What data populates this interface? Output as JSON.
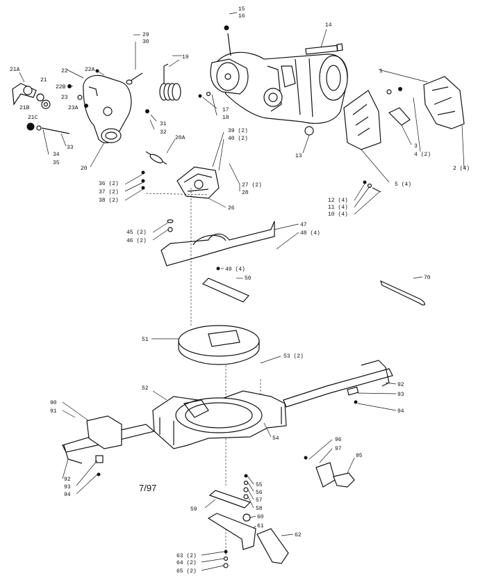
{
  "diagram": {
    "date_code": "7/97",
    "callouts": [
      {
        "id": "c15",
        "text": "15"
      },
      {
        "id": "c16",
        "text": "16"
      },
      {
        "id": "c14",
        "text": "14"
      },
      {
        "id": "c29",
        "text": "29"
      },
      {
        "id": "c30",
        "text": "30"
      },
      {
        "id": "c19",
        "text": "19"
      },
      {
        "id": "c21a",
        "text": "21A"
      },
      {
        "id": "c21",
        "text": "21"
      },
      {
        "id": "c22",
        "text": "22"
      },
      {
        "id": "c22a",
        "text": "22A"
      },
      {
        "id": "c22b",
        "text": "22B"
      },
      {
        "id": "c23",
        "text": "23"
      },
      {
        "id": "c23a",
        "text": "23A"
      },
      {
        "id": "c21b",
        "text": "21B"
      },
      {
        "id": "c21c",
        "text": "21C"
      },
      {
        "id": "c31",
        "text": "31"
      },
      {
        "id": "c32",
        "text": "32"
      },
      {
        "id": "c33",
        "text": "33"
      },
      {
        "id": "c34",
        "text": "34"
      },
      {
        "id": "c35",
        "text": "35"
      },
      {
        "id": "c20",
        "text": "20"
      },
      {
        "id": "c17",
        "text": "17"
      },
      {
        "id": "c18",
        "text": "18"
      },
      {
        "id": "c1",
        "text": "1"
      },
      {
        "id": "c13",
        "text": "13"
      },
      {
        "id": "c3",
        "text": "3"
      },
      {
        "id": "c4",
        "text": "4 (2)"
      },
      {
        "id": "c2",
        "text": "2 (4)"
      },
      {
        "id": "c20a",
        "text": "20A"
      },
      {
        "id": "c39",
        "text": "39 (2)"
      },
      {
        "id": "c40",
        "text": "40 (2)"
      },
      {
        "id": "c27",
        "text": "27 (2)"
      },
      {
        "id": "c28",
        "text": "28"
      },
      {
        "id": "c36",
        "text": "36 (2)"
      },
      {
        "id": "c37",
        "text": "37 (2)"
      },
      {
        "id": "c38",
        "text": "38 (2)"
      },
      {
        "id": "c26",
        "text": "26"
      },
      {
        "id": "c5",
        "text": "5 (4)"
      },
      {
        "id": "c12",
        "text": "12 (4)"
      },
      {
        "id": "c11",
        "text": "11 (4)"
      },
      {
        "id": "c10",
        "text": "10 (4)"
      },
      {
        "id": "c45",
        "text": "45 (2)"
      },
      {
        "id": "c46",
        "text": "46 (2)"
      },
      {
        "id": "c47",
        "text": "47"
      },
      {
        "id": "c48",
        "text": "48 (4)"
      },
      {
        "id": "c49",
        "text": "49 (4)"
      },
      {
        "id": "c50",
        "text": "50"
      },
      {
        "id": "c70",
        "text": "70"
      },
      {
        "id": "c51",
        "text": "51"
      },
      {
        "id": "c53",
        "text": "53 (2)"
      },
      {
        "id": "c52",
        "text": "52"
      },
      {
        "id": "c90",
        "text": "90"
      },
      {
        "id": "c91",
        "text": "91"
      },
      {
        "id": "c92r",
        "text": "92"
      },
      {
        "id": "c93r",
        "text": "93"
      },
      {
        "id": "c94r",
        "text": "94"
      },
      {
        "id": "c54",
        "text": "54"
      },
      {
        "id": "c92l",
        "text": "92"
      },
      {
        "id": "c93l",
        "text": "93"
      },
      {
        "id": "c94l",
        "text": "94"
      },
      {
        "id": "c96",
        "text": "96"
      },
      {
        "id": "c97",
        "text": "97"
      },
      {
        "id": "c95",
        "text": "95"
      },
      {
        "id": "c55",
        "text": "55"
      },
      {
        "id": "c56",
        "text": "56"
      },
      {
        "id": "c57",
        "text": "57"
      },
      {
        "id": "c58",
        "text": "58"
      },
      {
        "id": "c59",
        "text": "59"
      },
      {
        "id": "c60",
        "text": "60"
      },
      {
        "id": "c61",
        "text": "61"
      },
      {
        "id": "c62",
        "text": "62"
      },
      {
        "id": "c63",
        "text": "63 (2)"
      },
      {
        "id": "c64",
        "text": "64 (2)"
      },
      {
        "id": "c65",
        "text": "65 (2)"
      }
    ]
  }
}
